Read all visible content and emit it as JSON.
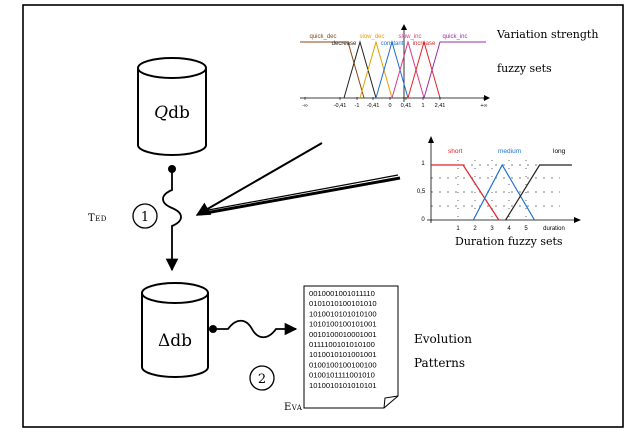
{
  "databases": {
    "q": {
      "italic": "Q",
      "rest": "db"
    },
    "delta": {
      "symbol": "Δ",
      "rest": "db"
    }
  },
  "steps": {
    "ted": {
      "number": "1",
      "label": "Ted"
    },
    "eva": {
      "number": "2",
      "label": "Eva"
    }
  },
  "variation_chart": {
    "title_line1": "Variation strength",
    "title_line2": "fuzzy sets",
    "set_labels": [
      "quick_dec",
      "decrease",
      "slow_dec",
      "constant",
      "slow_inc",
      "increase",
      "quick_inc"
    ],
    "tick_labels": [
      "-∞",
      "-0,41",
      "-1",
      "-0,41",
      "0",
      "0,41",
      "1",
      "2,41",
      "+∞"
    ],
    "colors": {
      "quick_dec": "#8b4513",
      "decrease": "#222222",
      "slow_dec": "#e6a100",
      "constant": "#1f6fd1",
      "slow_inc": "#d73b8a",
      "increase": "#e2232a",
      "quick_inc": "#9b2ca8"
    }
  },
  "duration_chart": {
    "title": "Duration fuzzy sets",
    "set_labels": {
      "short": "short",
      "medium": "medium",
      "long": "long"
    },
    "y_ticks": [
      "1",
      "0,5",
      "0"
    ],
    "x_ticks": [
      "1",
      "2",
      "3",
      "4",
      "5"
    ],
    "x_axis_label": "duration",
    "colors": {
      "short": "#e2232a",
      "medium": "#1f6fd1",
      "long": "#222222"
    }
  },
  "patterns_document": {
    "lines": [
      "0010001001011110",
      "0101010100101010",
      "1010010101010100",
      "1010100100101001",
      "0010100010001001",
      "0111100101010100",
      "1010010101001001",
      "0100100100100100",
      "0100101111001010",
      "1010010101010101"
    ],
    "caption_line1": "Evolution",
    "caption_line2": "Patterns"
  }
}
